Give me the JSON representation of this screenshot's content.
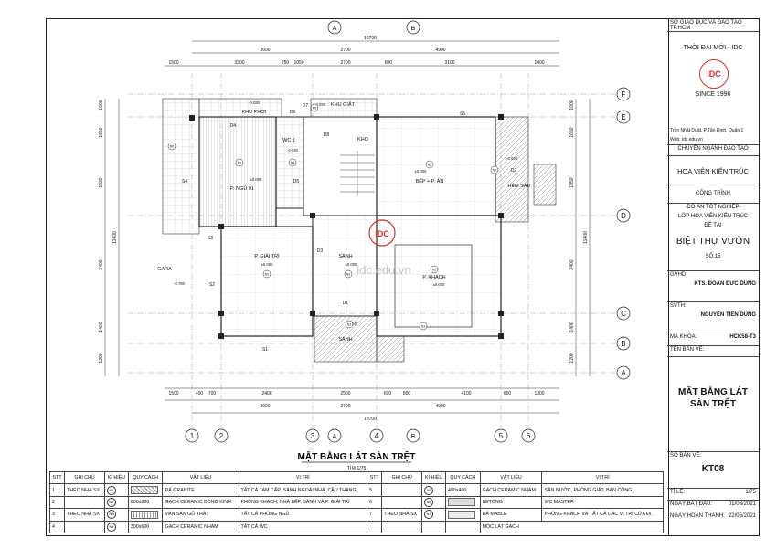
{
  "drawing": {
    "title": "MẶT BẰNG LÁT SÀN TRỆT",
    "scale": "Tỉ lệ 1/75",
    "watermark": "idc.edu.vn",
    "rooms": {
      "khu_phoi": "KHU PHƠI",
      "khu_giat": "KHU GIẶT",
      "p_ngu": "P. NGỦ 01",
      "wc": "WC 1",
      "kho": "KHO",
      "bep": "BẾP + P. ĂN",
      "hem_sau": "HẺM SAU",
      "gara": "GARA",
      "p_giai_tri": "P. GIẢI TRÍ",
      "sanh_trong": "SẢNH",
      "p_khach": "P. KHÁCH",
      "sanh_ngoai": "SẢNH"
    },
    "levels": {
      "phoi": "-0.030",
      "giat": "-0.030",
      "ngu": "±0.000",
      "wc": "-0.030",
      "bep": "±0.000",
      "hem": "-0.030",
      "gara": "-0.780",
      "giaitri": "±0.000",
      "sanh": "±0.000",
      "khach": "±0.000",
      "ngoai": "-0.150"
    },
    "dims_top_total": "13700",
    "dims_top_1": [
      "3600",
      "2700",
      "4900"
    ],
    "dims_top_2": [
      "1500",
      "3300",
      "250",
      "1050",
      "2700",
      "800",
      "3100",
      "1000"
    ],
    "dims_bottom_total": "13700",
    "dims_bottom_1": [
      "1500",
      "400",
      "700",
      "2400",
      "2500",
      "600",
      "800",
      "4100",
      "600",
      "1300"
    ],
    "dims_bottom_2": [
      "3600",
      "2700",
      "4900"
    ],
    "dims_left": [
      "1000",
      "1650",
      "1930",
      "2400",
      "1400",
      "1200"
    ],
    "dims_left_total": "11400",
    "dims_right": [
      "1000",
      "1650",
      "1850",
      "2400",
      "1400",
      "1200"
    ],
    "dims_right_total": "11400",
    "grid_cols": [
      "1",
      "2",
      "3",
      "4",
      "5",
      "6"
    ],
    "grid_rows": [
      "F",
      "E",
      "D",
      "C",
      "B",
      "A"
    ],
    "section_marks": [
      "A",
      "B"
    ],
    "tags": [
      "S1",
      "S2",
      "S3",
      "S4",
      "S5",
      "D1",
      "D2",
      "D3",
      "D4",
      "D5",
      "D6",
      "D7",
      "D8",
      "N1",
      "N2",
      "N3",
      "N4",
      "N5",
      "N6"
    ],
    "logo_text": "IDC"
  },
  "title_block": {
    "dept": "SỞ GIÁO DỤC VÀ ĐÀO TẠO TP.HCM",
    "school": "THỜI ĐẠI MỚI - IDC",
    "since": "SINCE 1996",
    "address": "Trần Nhật Duật, P.Tân Định, Quận 1",
    "web": "Web: idc.edu.vn",
    "major_label": "CHUYÊN NGÀNH ĐÀO TẠO",
    "major": "HỌA VIÊN KIẾN TRÚC",
    "project_label": "CÔNG TRÌNH",
    "project_line1": "-ĐỒ ÁN TỐT NGHIỆP-",
    "project_line2": "LỚP HỌA VIÊN KIẾN TRÚC",
    "topic_label": "ĐỀ TÀI",
    "topic": "BIỆT THỰ VƯỜN",
    "topic_no": "SỐ.15",
    "gvhd_label": "GVHD:",
    "gvhd": "KTS. ĐOÀN ĐỨC DŨNG",
    "svth_label": "SVTH:",
    "svth": "NGUYỄN TIẾN DŨNG",
    "course_label": "MÃ KHÓA:",
    "course": "HCK58-T3",
    "sheet_name_label": "TÊN BẢN VẼ:",
    "sheet_name": "MẶT BẰNG LÁT SÀN TRỆT",
    "sheet_no_label": "SỐ BẢN VẼ:",
    "sheet_no": "KT08",
    "scale_label": "TỈ LỆ:",
    "scale": "1/75",
    "start_label": "NGÀY BẮT ĐẦU:",
    "start": "01/03/2021",
    "end_label": "NGÀY HOÀN THÀNH:",
    "end": "22/05/2021"
  },
  "legend": {
    "headers": [
      "STT",
      "GHI CHÚ",
      "KÍ HIỆU",
      "QUY CÁCH",
      "VẬT LIỆU",
      "VỊ TRÍ"
    ],
    "left_rows": [
      {
        "stt": "1",
        "note": "THEO NHÀ SX",
        "tag": "N1",
        "spec": "",
        "material": "ĐÁ GRANITE",
        "position": "TẤT CẢ TAM CẤP ,SẢNH NGOÀI NHÀ ,CẦU THANG"
      },
      {
        "stt": "2",
        "note": "",
        "tag": "N2",
        "spec": "800x800",
        "material": "GẠCH CERAMIC BÓNG KÍNH",
        "position": "PHÒNG KHÁCH, NHÀ BẾP, SẢNH VÀ P. GIẢI TRÍ"
      },
      {
        "stt": "3",
        "note": "THEO NHÀ SX",
        "tag": "N3",
        "spec": "",
        "material": "VÁN SÀN GỖ THẬT",
        "position": "TẤT CẢ PHÒNG NGỦ"
      },
      {
        "stt": "4",
        "note": "",
        "tag": "N4",
        "spec": "300x600",
        "material": "GẠCH CERAMIC NHÁM",
        "position": "TẤT CẢ WC"
      }
    ],
    "right_rows": [
      {
        "stt": "5",
        "note": "",
        "tag": "N5",
        "spec": "400x400",
        "material": "GẠCH CERAMIC NHÁM",
        "position": "SÂN NƯỚC, PHÒNG GIẶT, BAN CÔNG"
      },
      {
        "stt": "6",
        "note": "",
        "tag": "N6",
        "spec": "",
        "material": "BETONG",
        "position": "WC MASTER"
      },
      {
        "stt": "7",
        "note": "THEO NHÀ SX",
        "tag": "N7",
        "spec": "",
        "material": "ĐÁ MABLE",
        "position": "PHÒNG KHÁCH VÀ TẤT CẢ CÁC VỊ TRÍ CỬA ĐI."
      }
    ],
    "footnote": "MÓC LÁT GẠCH"
  }
}
